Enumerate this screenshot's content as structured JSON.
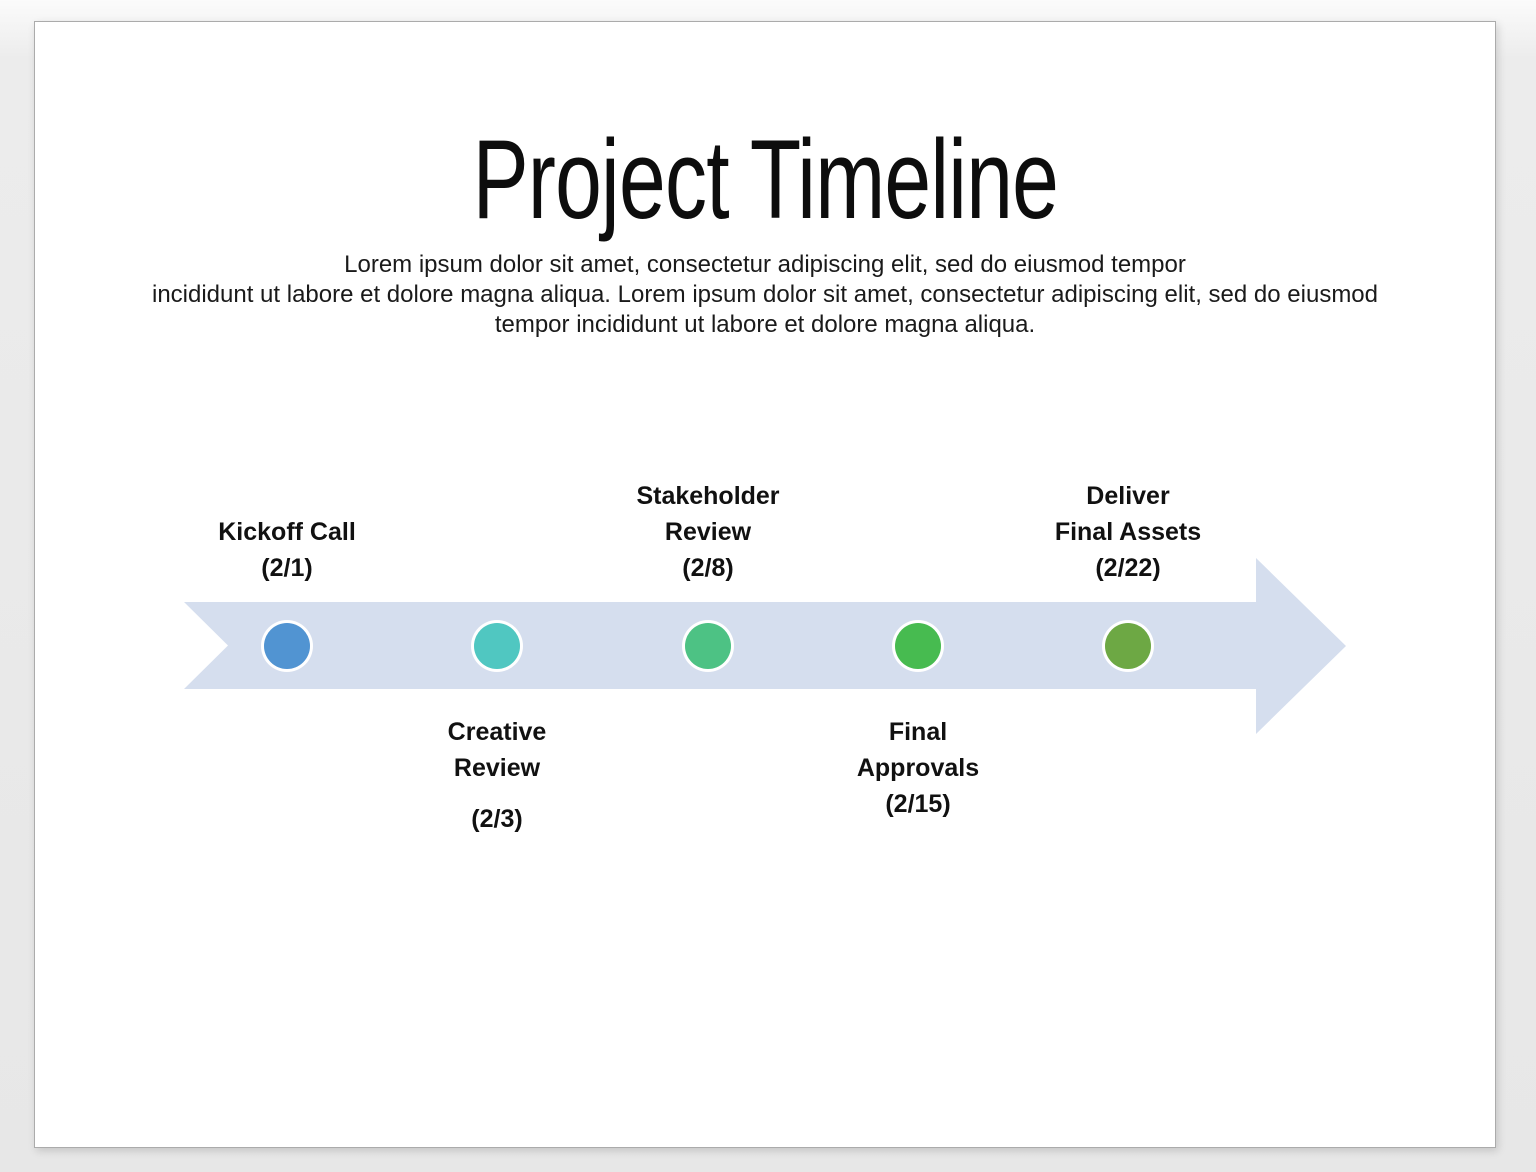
{
  "slide": {
    "title": "Project Timeline",
    "subtitle_lines": {
      "0": "Lorem ipsum dolor sit amet, consectetur adipiscing elit, sed do eiusmod tempor",
      "1": "incididunt ut labore et dolore magna aliqua. Lorem ipsum dolor sit amet, consectetur adipiscing elit, sed do eiusmod",
      "2": "tempor incididunt ut labore et dolore magna aliqua."
    }
  },
  "timeline": {
    "arrow_color": "#d5deee",
    "milestones": [
      {
        "line1": "Kickoff Call",
        "date": "(2/1)",
        "dot_color": "#5194d2",
        "label_position": "above"
      },
      {
        "line1": "Creative",
        "line2": "Review",
        "date": "(2/3)",
        "dot_color": "#50c7c1",
        "label_position": "below"
      },
      {
        "line1": "Stakeholder",
        "line2": "Review",
        "date": "(2/8)",
        "dot_color": "#4dc284",
        "label_position": "above"
      },
      {
        "line1": "Final",
        "line2": "Approvals",
        "date": "(2/15)",
        "dot_color": "#47bb50",
        "label_position": "below"
      },
      {
        "line1": "Deliver",
        "line2": "Final Assets",
        "date": "(2/22)",
        "dot_color": "#6da844",
        "label_position": "above"
      }
    ]
  }
}
